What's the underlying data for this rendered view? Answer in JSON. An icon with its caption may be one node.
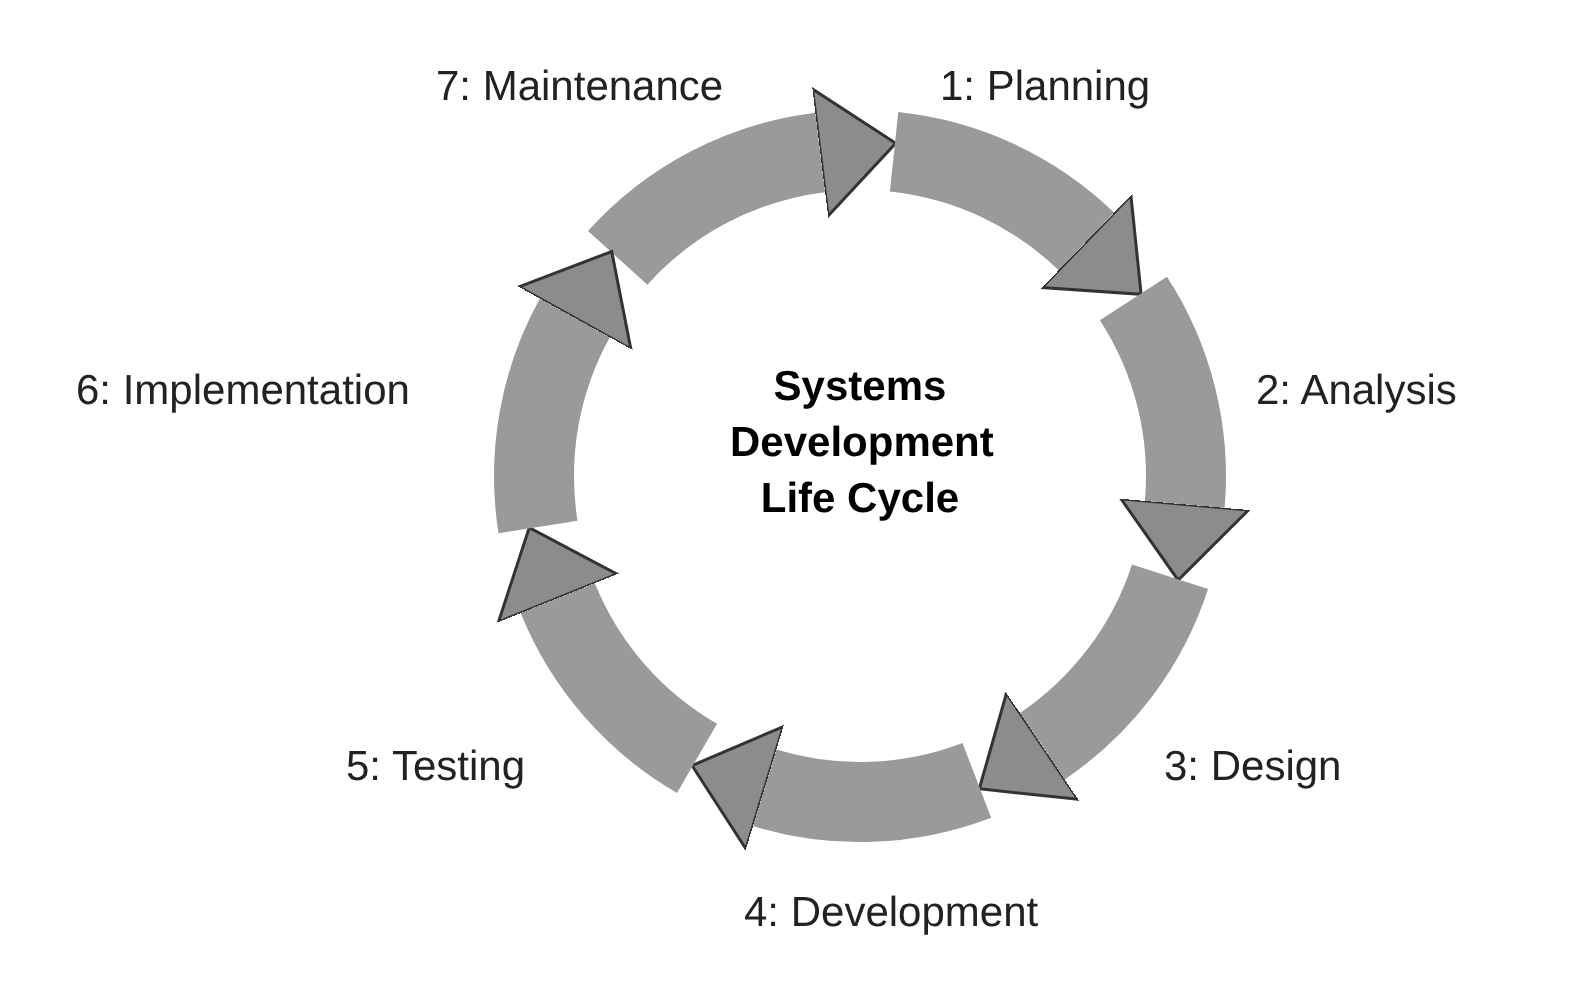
{
  "diagram": {
    "title": "Systems Development Life Cycle",
    "labels": [
      "1: Planning",
      "2: Analysis",
      "3: Design",
      "4: Development",
      "5: Testing",
      "6: Implementation",
      "7: Maintenance"
    ]
  }
}
